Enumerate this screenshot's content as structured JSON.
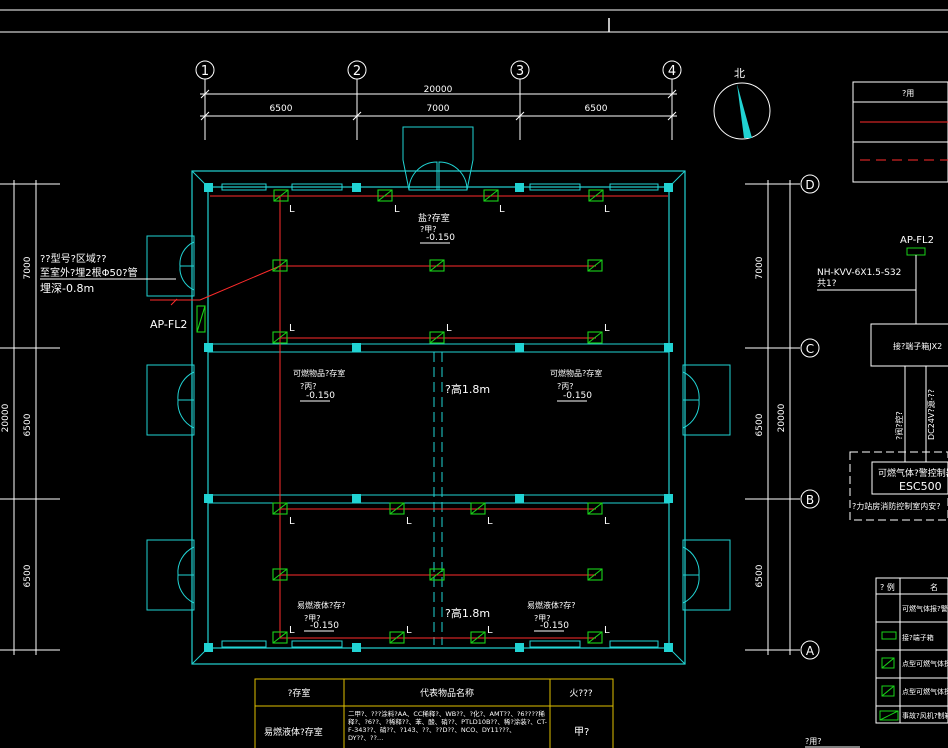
{
  "axes_x": [
    "1",
    "2",
    "3",
    "4"
  ],
  "axes_y": [
    "D",
    "C",
    "B",
    "A"
  ],
  "dim_total_x": "20000",
  "dim_spans_x": [
    "6500",
    "7000",
    "6500"
  ],
  "dim_spans_y_left": [
    "7000",
    "6500",
    "6500"
  ],
  "dim_total_y_left": "20000",
  "dim_spans_y_right": [
    "7000",
    "6500",
    "6500"
  ],
  "dim_total_y_right": "20000",
  "north_label": "北",
  "room_top": {
    "name": "盐?存室",
    "level_line1": "?甲?",
    "level_line2": "-0.150"
  },
  "room_mid_left": {
    "name": "可燃物品?存室",
    "level_line1": "?丙?",
    "level_line2": "-0.150"
  },
  "room_mid_right": {
    "name": "可燃物品?存室",
    "level_line1": "?丙?",
    "level_line2": "-0.150"
  },
  "room_bot_left": {
    "name": "易燃液体?存?",
    "level_line1": "?甲?",
    "level_line2": "-0.150"
  },
  "room_bot_right": {
    "name": "易燃液体?存?",
    "level_line1": "?甲?",
    "level_line2": "-0.150"
  },
  "wall_height_mid": "?高1.8m",
  "wall_height_bot": "?高1.8m",
  "cable_note": {
    "line1": "??型号?区域??",
    "line2": "至室外?埋2根Φ50?管",
    "line3": "埋深-0.8m"
  },
  "panel_left": "AP-FL2",
  "panel_right": "AP-FL2",
  "cable_spec": {
    "line1": "NH-KVV-6X1.5-S32",
    "line2": "共1?"
  },
  "junction_box": "接?端子箱JX2",
  "vertical_label_1": "?阀?控?",
  "vertical_label_2": "DC24V?源-??",
  "controller": {
    "line1": "可燃气体?警控制器",
    "line2": "ESC500",
    "caption": "?力站房消防控制室内安?"
  },
  "marker_L": "L",
  "legend_top": {
    "header": "?用"
  },
  "legend_right": {
    "headers": [
      "? 例",
      "名"
    ],
    "rows": [
      "可燃气体报?警",
      "接?端子箱",
      "点型可燃气体探?(?扩散型?)",
      "点型可燃气体探?(?扩散型?)",
      "事故?风机?制箱"
    ]
  },
  "bottom_table": {
    "headers": [
      "?存室",
      "代表物品名称",
      "火???"
    ],
    "rows": [
      {
        "room": "易燃液体?存室",
        "items": "二甲?、???涂料?AA、CC稀释?、WB??、?化?、AMT??、?6????稀释?、?6??、?稀释??、苯、酸、硝??、PTLD10B??、稀?涂装?、CT-F-343??、硝??、?143、??、??D??、NCO、DY11???、DY??、??…",
        "class": "甲?"
      }
    ]
  },
  "bottom_note": "?用?"
}
